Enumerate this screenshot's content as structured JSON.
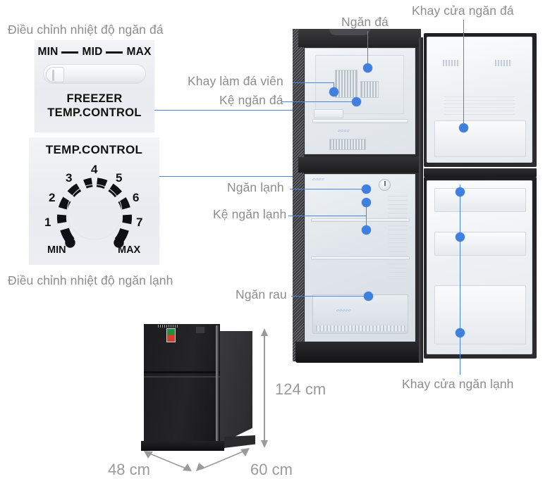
{
  "left_panel": {
    "freezer_heading": "Điều chỉnh nhiệt độ ngăn đá",
    "fridge_heading": "Điều chỉnh nhiệt độ ngăn lạnh",
    "freezer_control": {
      "scale_min": "MIN",
      "scale_mid": "MID",
      "scale_max": "MAX",
      "title_line1": "FREEZER",
      "title_line2": "TEMP.CONTROL",
      "slider_position": "MIN"
    },
    "fridge_control": {
      "title": "TEMP.CONTROL",
      "dial_numbers": [
        "1",
        "2",
        "3",
        "4",
        "5",
        "6",
        "7"
      ],
      "end_min": "MIN",
      "end_max": "MAX"
    }
  },
  "callouts": [
    {
      "id": "ngan-da",
      "label": "Ngăn đá"
    },
    {
      "id": "khay-cua-ngan-da",
      "label": "Khay cửa ngăn đá"
    },
    {
      "id": "khay-lam-da-vien",
      "label": "Khay làm đá viên"
    },
    {
      "id": "ke-ngan-da",
      "label": "Kệ ngăn đá"
    },
    {
      "id": "ngan-lanh",
      "label": "Ngăn lạnh"
    },
    {
      "id": "ke-ngan-lanh",
      "label": "Kệ ngăn lạnh"
    },
    {
      "id": "ngan-rau",
      "label": "Ngăn rau"
    },
    {
      "id": "khay-cua-ngan-lanh",
      "label": "Khay cửa ngăn lạnh"
    }
  ],
  "dimensions": {
    "height": "124 cm",
    "width": "48 cm",
    "depth": "60 cm"
  },
  "colors": {
    "callout_blue": "#4a86e8",
    "callout_dot": "#3f7fe0",
    "caption_gray": "#8d8d8d",
    "dimension_gray": "#9a9a9a",
    "panel_bg": "#eef0f4"
  }
}
